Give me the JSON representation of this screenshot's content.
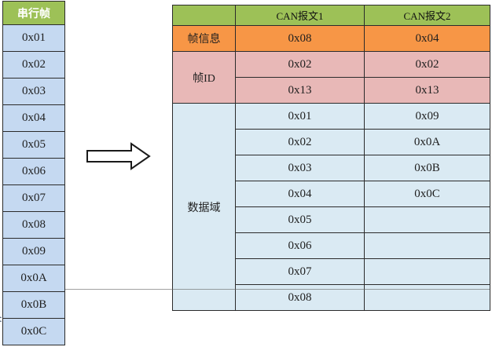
{
  "left_table": {
    "header": "串行帧",
    "rows": [
      "0x01",
      "0x02",
      "0x03",
      "0x04",
      "0x05",
      "0x06",
      "0x07",
      "0x08",
      "0x09",
      "0x0A",
      "0x0B",
      "0x0C"
    ]
  },
  "right_table": {
    "corner": "",
    "col1": "CAN报文1",
    "col2": "CAN报文2",
    "frame_info": {
      "label": "帧信息",
      "can1": "0x08",
      "can2": "0x04"
    },
    "frame_id": {
      "label": "帧ID",
      "rows": [
        [
          "0x02",
          "0x02"
        ],
        [
          "0x13",
          "0x13"
        ]
      ]
    },
    "data_field": {
      "label": "数据域",
      "rows": [
        [
          "0x01",
          "0x09"
        ],
        [
          "0x02",
          "0x0A"
        ],
        [
          "0x03",
          "0x0B"
        ],
        [
          "0x04",
          "0x0C"
        ],
        [
          "0x05",
          ""
        ],
        [
          "0x06",
          ""
        ],
        [
          "0x07",
          ""
        ],
        [
          "0x08",
          ""
        ]
      ]
    }
  },
  "artifact": ":",
  "colors": {
    "header_green": "#9DC157",
    "frame_info_orange": "#F79646",
    "frame_id_pink": "#E8B8B7",
    "serial_blue": "#C5D9F1",
    "data_blue": "#DAEAF3",
    "border": "#2b2b2b"
  }
}
